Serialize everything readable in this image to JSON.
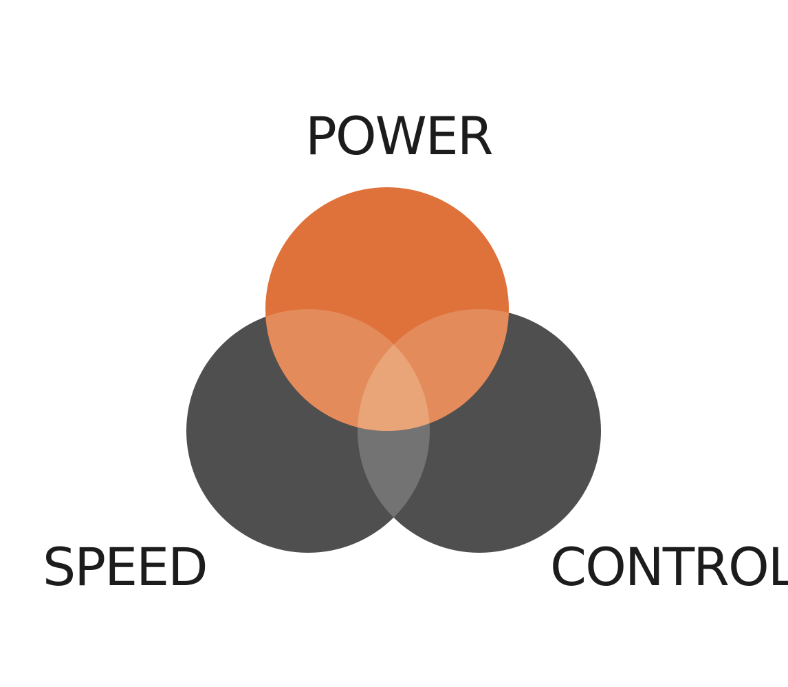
{
  "diagram": {
    "type": "venn",
    "sets": [
      {
        "key": "power",
        "label": "POWER",
        "color": "#DF723A"
      },
      {
        "key": "speed",
        "label": "SPEED",
        "color": "#4F4F4F"
      },
      {
        "key": "control",
        "label": "CONTROL",
        "color": "#4F4F4F"
      }
    ],
    "overlap_colors": {
      "power_speed": "#E38B5A",
      "power_control": "#E38B5A",
      "speed_control": "#747373",
      "all_three": "#E9A577"
    },
    "label_color": "#1C1C1C",
    "background": "#FFFFFF"
  }
}
